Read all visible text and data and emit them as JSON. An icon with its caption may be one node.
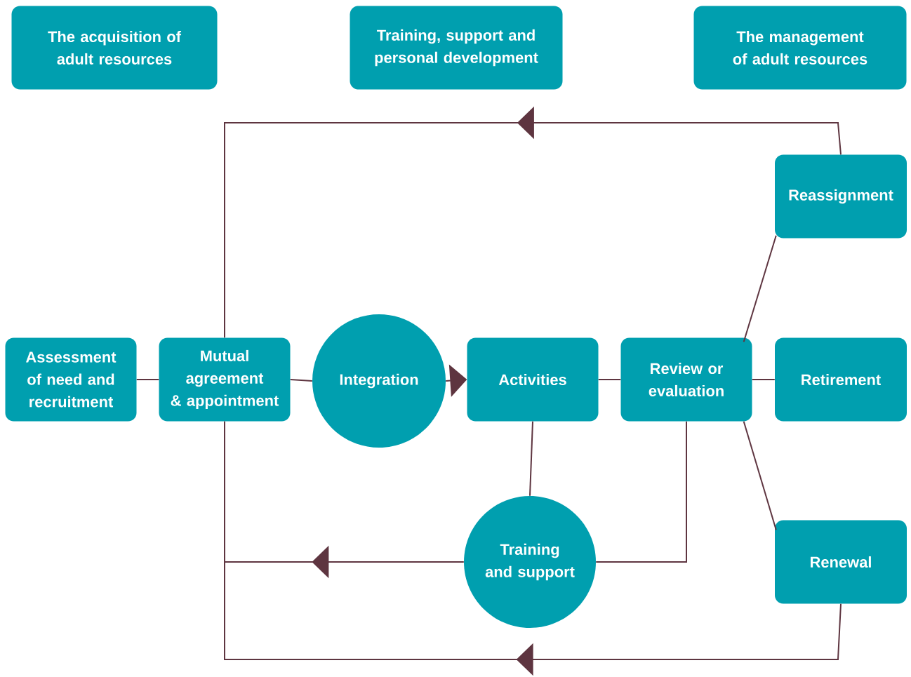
{
  "diagram": {
    "nodes": [
      {
        "text": [
          "The acquisition of adult resources"
        ]
      },
      {
        "text": [
          "Training, support and personal development"
        ]
      },
      {
        "text": [
          "The management of adult resources"
        ]
      },
      {
        "text": [
          "Reassignment"
        ]
      },
      {
        "text": [
          "Assessment of need and recruitment"
        ]
      },
      {
        "text": [
          "Mutual agreement & appointment"
        ]
      },
      {
        "text": [
          "Integration"
        ]
      },
      {
        "text": [
          "Activities"
        ]
      },
      {
        "text": [
          "Review or evaluation"
        ]
      },
      {
        "text": [
          "Retirement"
        ]
      },
      {
        "text": [
          "Training and support"
        ]
      },
      {
        "text": [
          "Renewal"
        ]
      }
    ],
    "edges": [
      {
        "from": 4,
        "to": 5,
        "arrow": "none"
      },
      {
        "from": 5,
        "to": 6,
        "arrow": "none"
      },
      {
        "from": 6,
        "to": 7,
        "arrow": "to"
      },
      {
        "from": 7,
        "to": 8,
        "arrow": "none"
      },
      {
        "from": 8,
        "to": 9,
        "arrow": "none"
      },
      {
        "from": 8,
        "to": 3,
        "arrow": "none"
      },
      {
        "from": 8,
        "to": 11,
        "arrow": "none"
      },
      {
        "from": 7,
        "to": 10,
        "arrow": "none"
      },
      {
        "from": 8,
        "to": 10,
        "arrow": "none"
      },
      {
        "from": 10,
        "to": 5,
        "arrow": "to"
      },
      {
        "from": 3,
        "to": 5,
        "arrow": "to"
      },
      {
        "from": 11,
        "to": 5,
        "arrow": "to"
      }
    ]
  }
}
